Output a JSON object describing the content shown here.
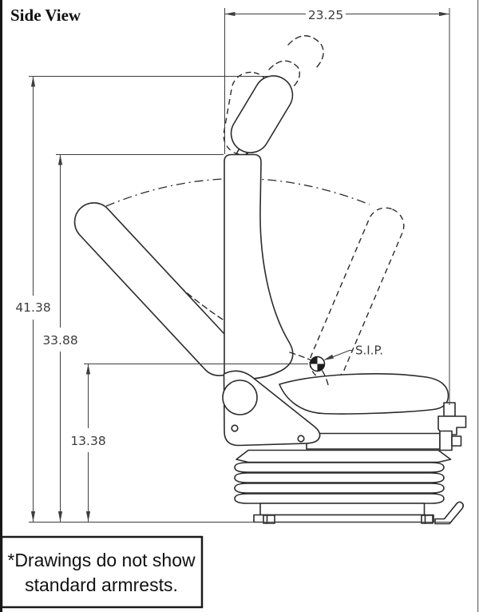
{
  "title": "Side View",
  "drawing": {
    "dimensions": {
      "seat_depth_top": "23.25",
      "overall_height": "41.38",
      "backrest_top_height": "33.88",
      "sip_height": "13.38"
    },
    "sip_label": "S.I.P.",
    "colors": {
      "ink": "#2b2b2b",
      "dim_ink": "#3e3e3e",
      "background": "#ffffff"
    }
  },
  "note": {
    "line1": "*Drawings do not show",
    "line2": "standard armrests."
  }
}
